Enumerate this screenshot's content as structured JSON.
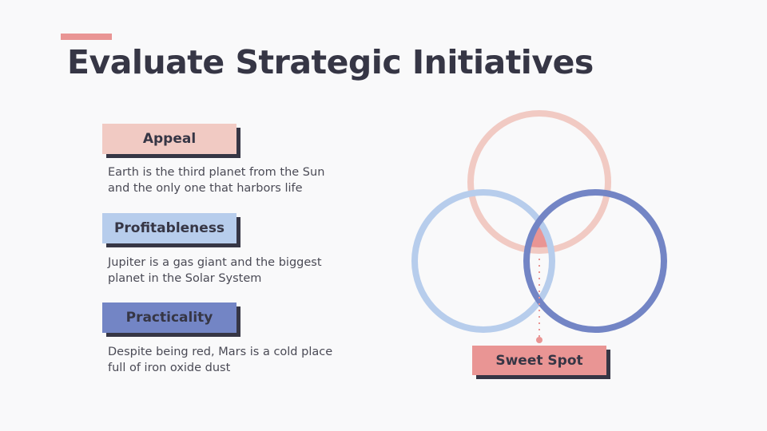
{
  "slide": {
    "title": "Evaluate Strategic Initiatives",
    "colors": {
      "background": "#f9f9fa",
      "accent": "#e99594",
      "text_dark": "#363645",
      "appeal": "#f1cac3",
      "profitableness": "#b7cdec",
      "practicality": "#7385c5"
    }
  },
  "criteria": [
    {
      "label": "Appeal",
      "description": "Earth is the third planet from the Sun and the only one that harbors life"
    },
    {
      "label": "Profitableness",
      "description": "Jupiter is a gas giant and the biggest planet in the Solar System"
    },
    {
      "label": "Practicality",
      "description": "Despite being red, Mars is a cold place full of iron oxide dust"
    }
  ],
  "venn": {
    "intersection_label": "Sweet Spot"
  }
}
